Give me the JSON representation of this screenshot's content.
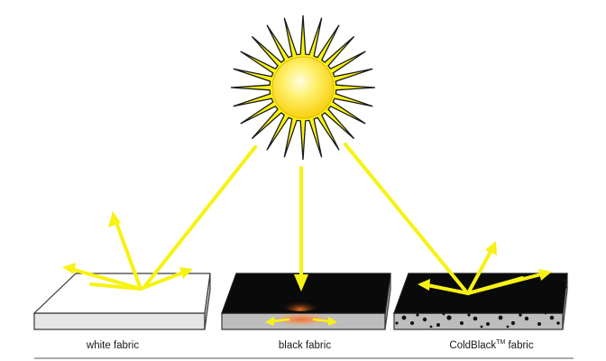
{
  "labels": {
    "white": "white fabric",
    "black": "black fabric",
    "coldblack_prefix": "ColdBlack",
    "coldblack_tm": "TM",
    "coldblack_suffix": " fabric"
  },
  "colors": {
    "ray": "#f7f213",
    "sun_core": "#fde428",
    "white_fabric": "#ffffff",
    "black_fabric": "#0a0a0a",
    "side_gray": "#bdbdbd",
    "heat_glow": "#f26a2e"
  },
  "icons": [
    "sun-icon",
    "reflected-ray-arrow",
    "absorbed-heat-arrow"
  ]
}
